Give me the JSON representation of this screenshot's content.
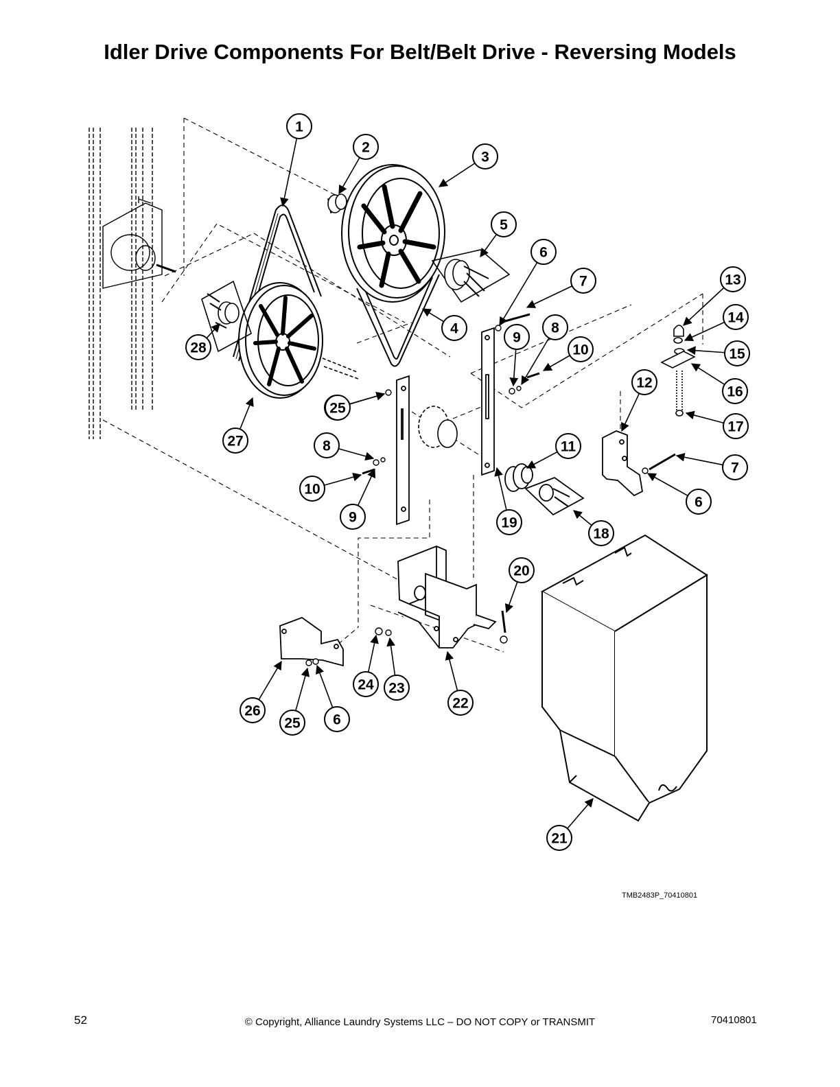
{
  "title": "Idler Drive Components For Belt/Belt Drive - Reversing Models",
  "figure_code": "TMB2483P_70410801",
  "footer": {
    "page_number": "52",
    "copyright": "© Copyright, Alliance Laundry Systems LLC – DO NOT COPY or TRANSMIT",
    "document_number": "70410801"
  },
  "callouts": [
    "1",
    "2",
    "3",
    "4",
    "5",
    "6",
    "7",
    "8",
    "9",
    "10",
    "11",
    "12",
    "13",
    "14",
    "15",
    "16",
    "17",
    "18",
    "19",
    "20",
    "21",
    "22",
    "23",
    "24",
    "25",
    "26",
    "27",
    "28",
    "25",
    "6",
    "7",
    "8",
    "9",
    "10",
    "25",
    "6"
  ]
}
